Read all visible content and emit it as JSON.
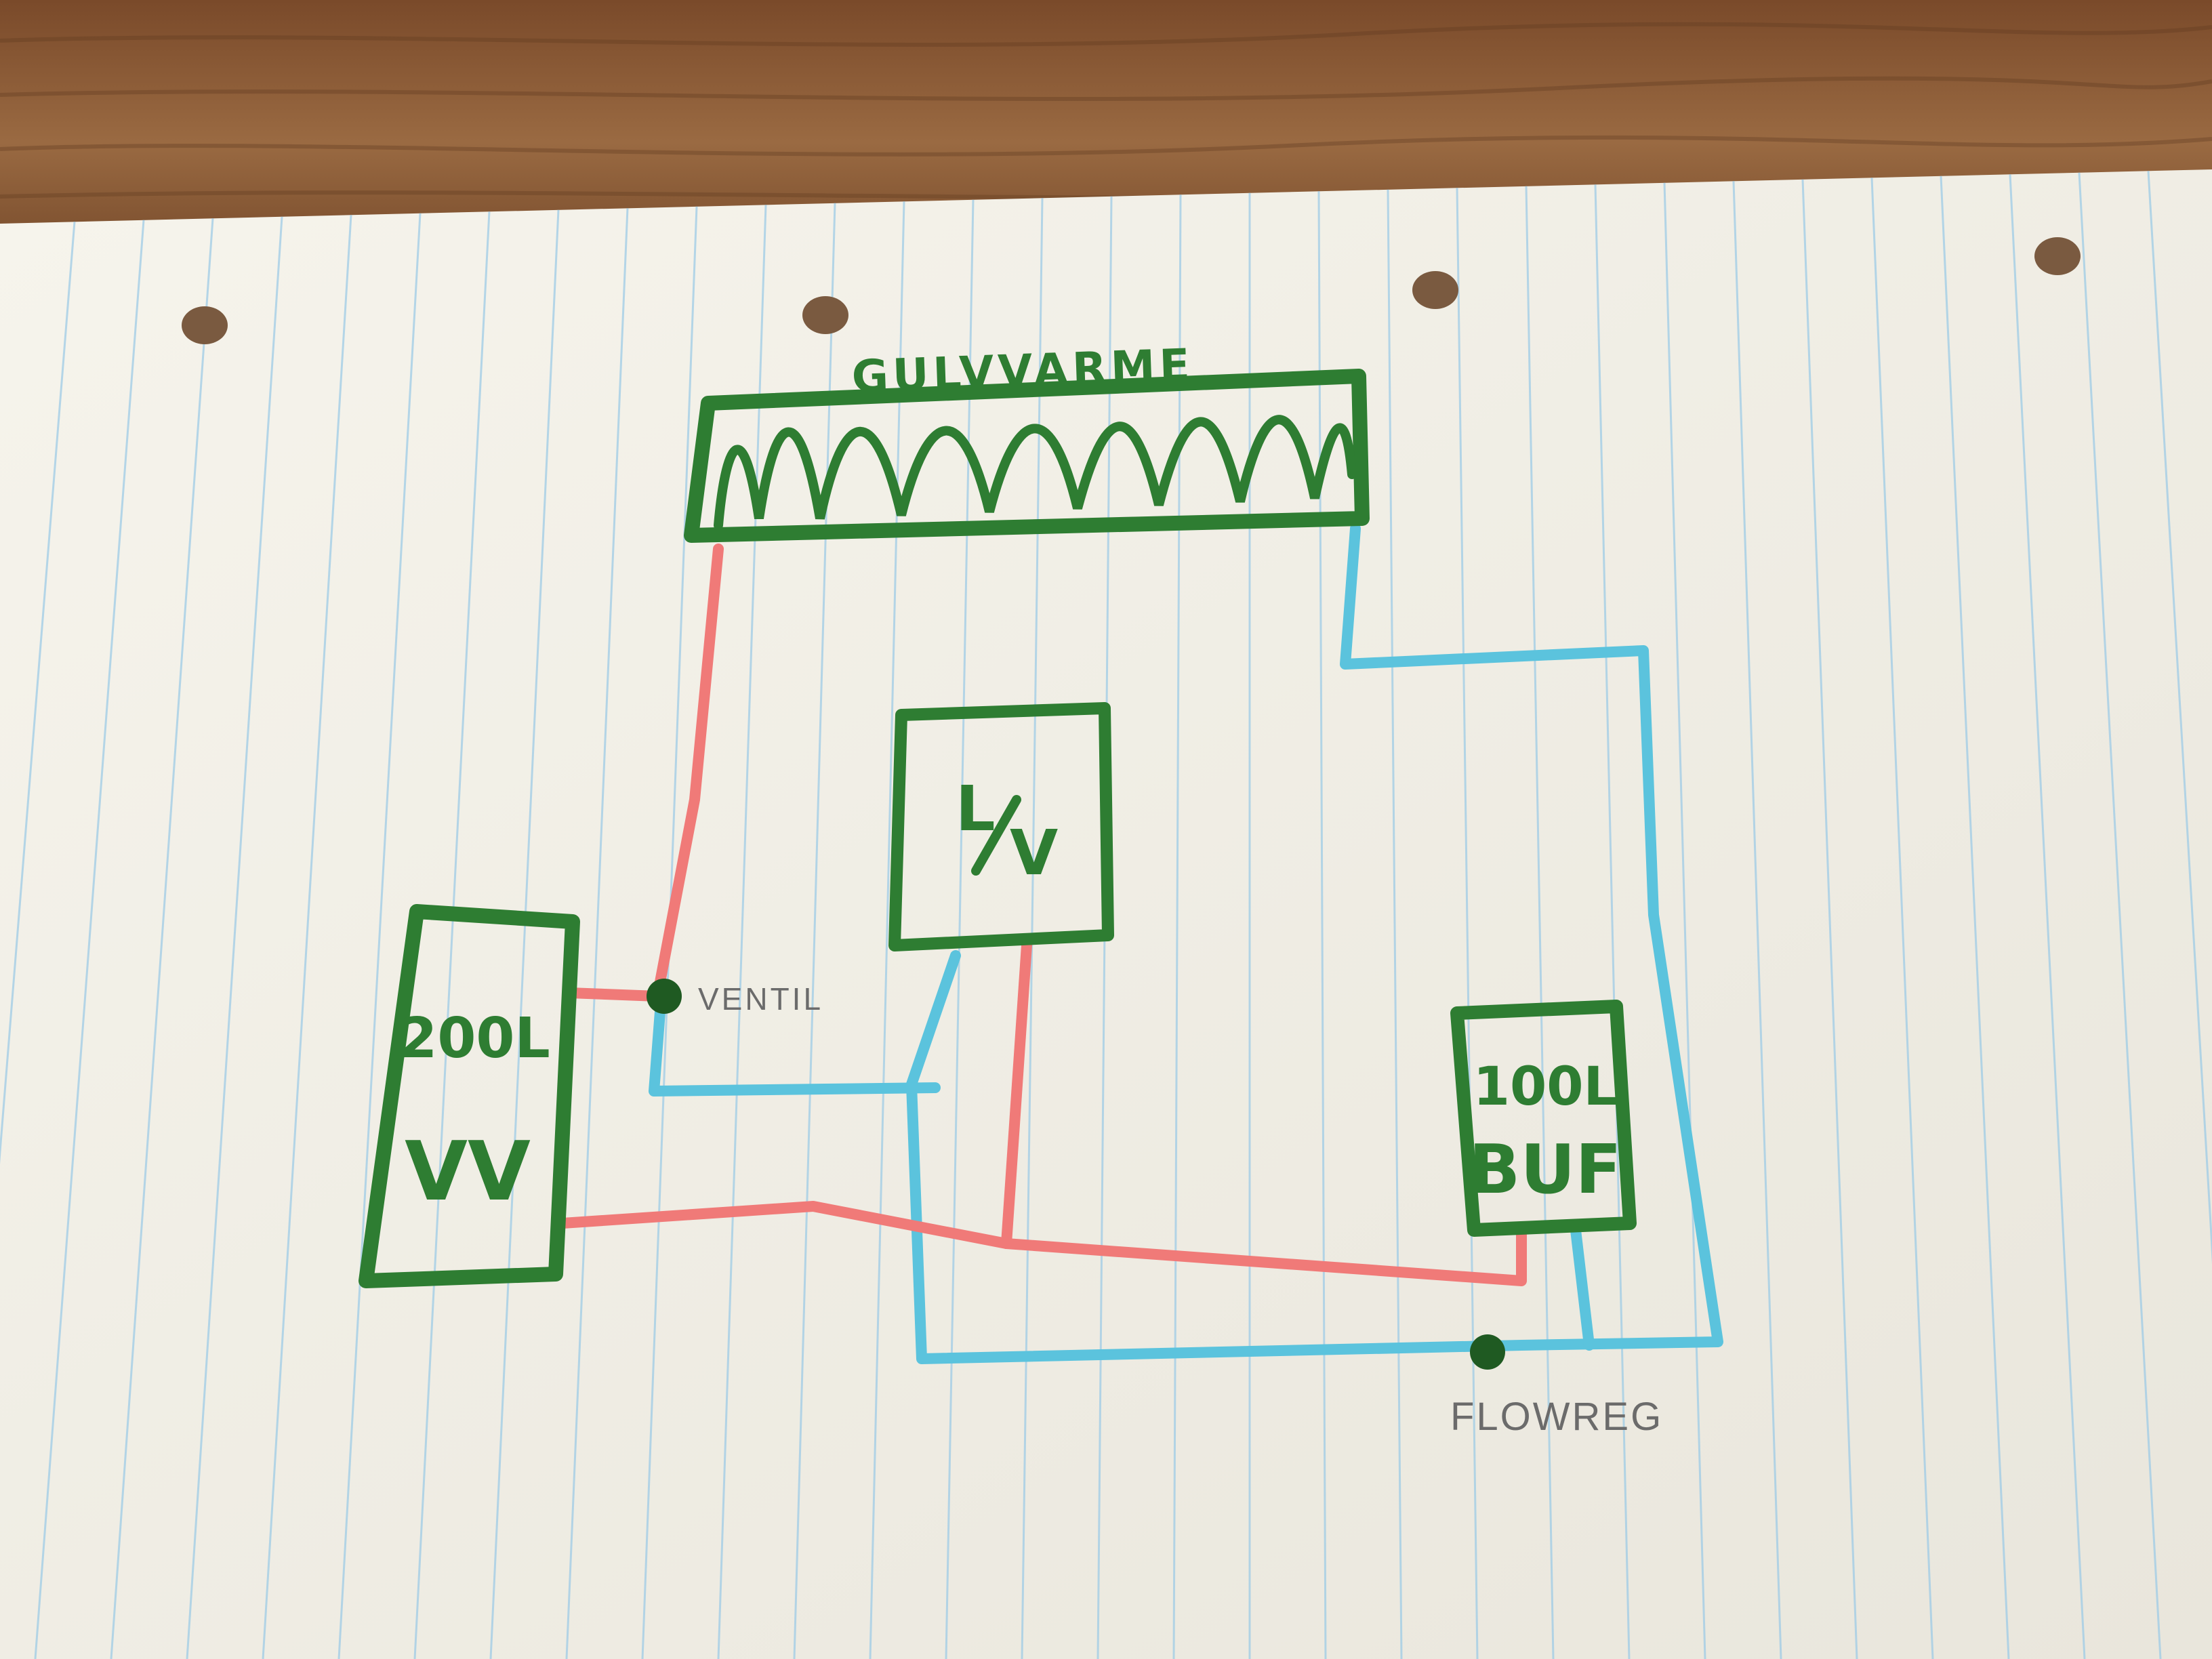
{
  "diagram": {
    "heater_label": "GULVVARME",
    "heatpump_label_top": "L",
    "heatpump_label_bottom": "V",
    "tank_left_volume": "200L",
    "tank_left_name": "VV",
    "tank_right_volume": "100L",
    "tank_right_name": "BUF",
    "valve_label": "VENTIL",
    "flowreg_label": "FLOWREG"
  },
  "colors": {
    "ink_green": "#2e7d32",
    "pipe_hot": "#f07a78",
    "pipe_cold": "#5bc3dd",
    "paper": "#f4f2ea",
    "ruled_line": "#9ecbe6",
    "pencil": "#6b6b6b",
    "wood": "#8a5a35"
  }
}
